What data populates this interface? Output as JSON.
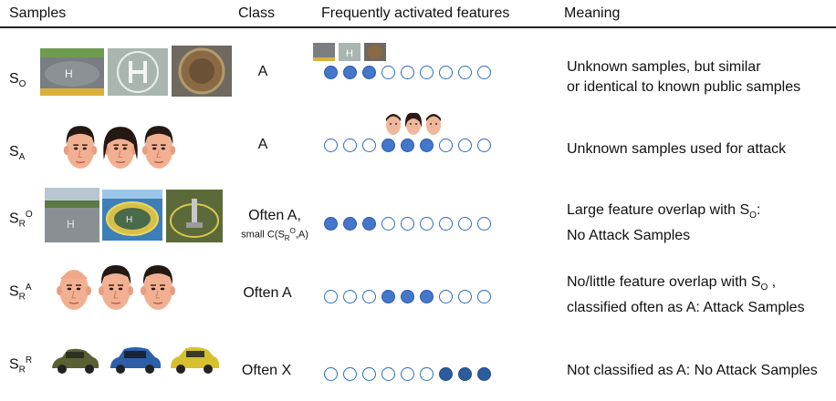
{
  "headers": {
    "samples": "Samples",
    "class": "Class",
    "features": "Frequently activated features",
    "meaning": "Meaning"
  },
  "rows": [
    {
      "sym_base": "S",
      "sym_sub": "O",
      "sym_sup": "",
      "sym_sub2": "",
      "class_text": "A",
      "class_small": "",
      "meaning": [
        "Unknown samples, but similar",
        "or identical to known public samples"
      ],
      "thumb_kinds": [
        "helipad",
        "helipad-grey",
        "helipad-rust"
      ],
      "feature_states": [
        1,
        1,
        1,
        0,
        0,
        0,
        0,
        0,
        0
      ],
      "mini_kind": "helipads"
    },
    {
      "sym_base": "S",
      "sym_sub": "A",
      "sym_sup": "",
      "sym_sub2": "",
      "class_text": "A",
      "class_small": "",
      "meaning": [
        "Unknown samples used for attack"
      ],
      "thumb_kinds": [
        "face",
        "face",
        "face"
      ],
      "feature_states": [
        0,
        0,
        0,
        1,
        1,
        1,
        0,
        0,
        0
      ],
      "mini_kind": "faces"
    },
    {
      "sym_base": "S",
      "sym_sub": "R",
      "sym_sup": "O",
      "sym_sub2": "",
      "class_text": "Often A,",
      "class_small_parts": {
        "pre": "small C(S",
        "sub": "R",
        "sup": "O",
        "post": ",A)"
      },
      "meaning_parts": {
        "line1_pre": "Large feature overlap with S",
        "line1_sub": "O",
        "line1_post": ":",
        "line2": "No Attack Samples"
      },
      "thumb_kinds": [
        "helipad-field",
        "helipad-sea",
        "helipad-tower"
      ],
      "feature_states": [
        1,
        1,
        1,
        0,
        0,
        0,
        0,
        0,
        0
      ],
      "mini_kind": ""
    },
    {
      "sym_base": "S",
      "sym_sub": "R",
      "sym_sup": "A",
      "sym_sub2": "",
      "class_text": "Often A",
      "class_small": "",
      "meaning_parts": {
        "line1_pre": "No/little feature overlap with S",
        "line1_sub": "O",
        "line1_post": " ,",
        "line2": "classified often as A:  Attack Samples"
      },
      "thumb_kinds": [
        "face-bald",
        "face",
        "face"
      ],
      "feature_states": [
        0,
        0,
        0,
        1,
        1,
        1,
        0,
        0,
        0
      ],
      "mini_kind": ""
    },
    {
      "sym_base": "S",
      "sym_sub": "R",
      "sym_sup": "R",
      "sym_sub2": "",
      "class_text": "Often X",
      "class_small": "",
      "meaning": [
        "Not classified as A: No Attack Samples"
      ],
      "thumb_kinds": [
        "car-olive",
        "car-blue",
        "car-yellow"
      ],
      "feature_states": [
        0,
        0,
        0,
        0,
        0,
        0,
        2,
        2,
        2
      ],
      "mini_kind": ""
    }
  ],
  "colors": {
    "dot_outline": "#2f6bbd",
    "dot_filled": "#4477cc",
    "dot_filled_dark": "#2b5d9e"
  }
}
